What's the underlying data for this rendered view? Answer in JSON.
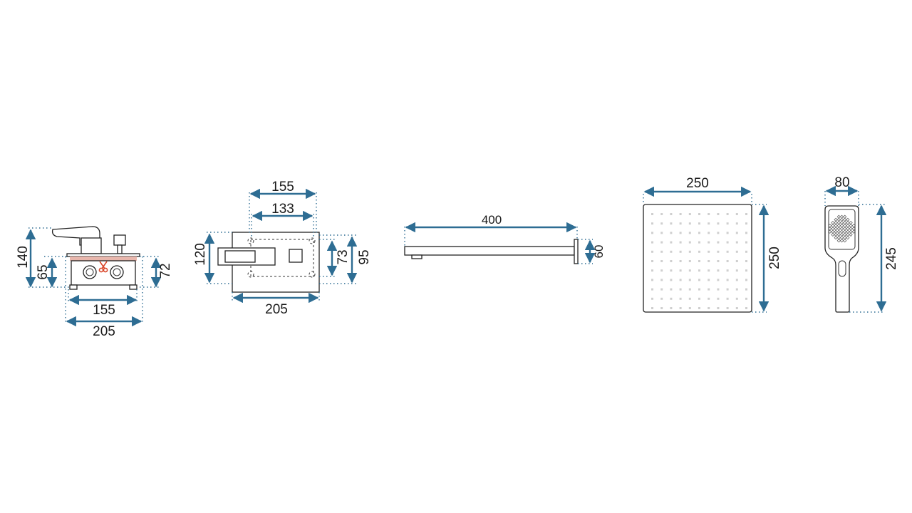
{
  "colors": {
    "dimension": "#2e6d93",
    "outline": "#222222",
    "cut_strip": "#e9b7ad",
    "scissors": "#d9472b"
  },
  "mixer_side": {
    "height_total": "140",
    "height_body": "65",
    "height_box": "72",
    "width_inner": "155",
    "width_outer": "205",
    "icon": "scissors-icon"
  },
  "mixer_front": {
    "width_outer_top": "155",
    "width_inner_top": "133",
    "height_left": "120",
    "height_right_inner": "73",
    "height_right_outer": "95",
    "width_bottom": "205"
  },
  "shower_arm": {
    "length": "400",
    "height": "60"
  },
  "rain_head": {
    "width": "250",
    "height": "250",
    "nozzle_grid": {
      "rows": 11,
      "cols": 11
    }
  },
  "hand_shower": {
    "width": "80",
    "height": "245"
  }
}
